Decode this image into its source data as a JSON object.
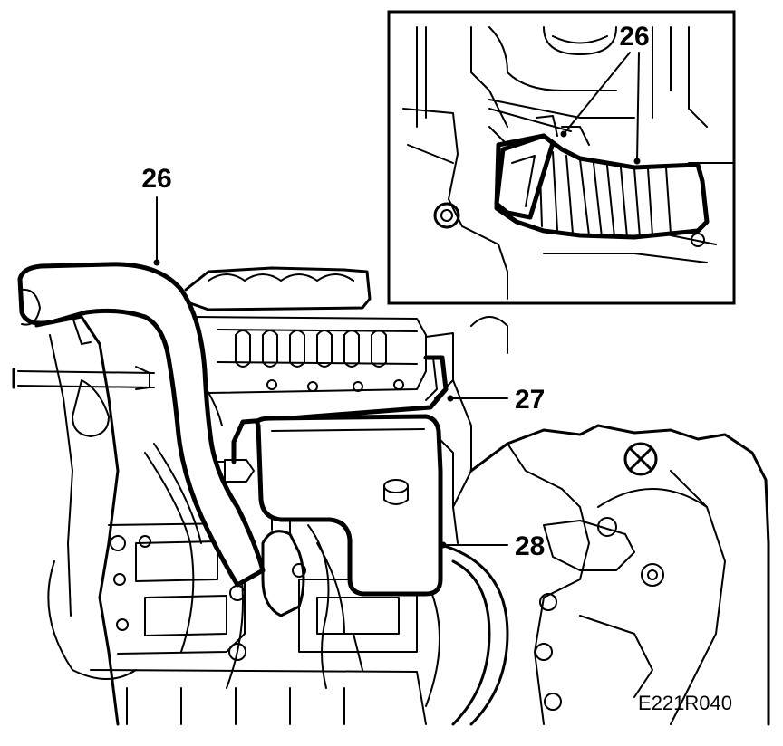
{
  "figure": {
    "code": "E221R040",
    "callouts": {
      "hose_main": "26",
      "hose_inset": "26",
      "pipe": "27",
      "cover": "28"
    }
  },
  "inset": {
    "border_color": "#000000"
  },
  "colors": {
    "line": "#000000",
    "background": "#ffffff"
  }
}
